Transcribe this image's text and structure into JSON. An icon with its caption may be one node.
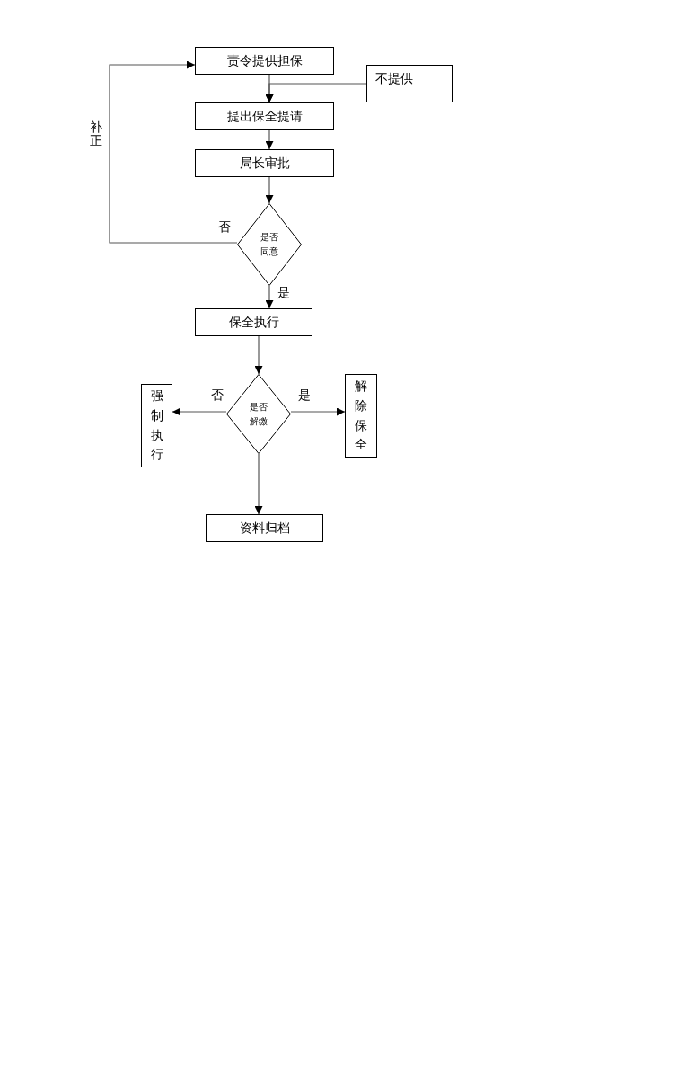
{
  "diagram": {
    "nodes": [
      {
        "text": [
          "责令提供担保"
        ]
      },
      {
        "text": [
          "不提供"
        ]
      },
      {
        "text": [
          "提出保全提请"
        ]
      },
      {
        "text": [
          "局长审批"
        ]
      },
      {
        "text": [
          "是否同意"
        ]
      },
      {
        "text": [
          "保全执行"
        ]
      },
      {
        "text": [
          "是否解缴"
        ]
      },
      {
        "text": [
          "强制执行"
        ]
      },
      {
        "text": [
          "解除保全"
        ]
      },
      {
        "text": [
          "资料归档"
        ]
      }
    ],
    "edges": [
      {
        "from": 0,
        "to": 2,
        "arrow": "to"
      },
      {
        "from": 1,
        "to": 2,
        "arrow": "to"
      },
      {
        "from": 2,
        "to": 3,
        "arrow": "to"
      },
      {
        "from": 3,
        "to": 4,
        "arrow": "to"
      },
      {
        "from": 4,
        "to": 0,
        "arrow": "to",
        "label": "否"
      },
      {
        "from": 4,
        "to": 5,
        "arrow": "to",
        "label": "是"
      },
      {
        "from": 5,
        "to": 6,
        "arrow": "to"
      },
      {
        "from": 6,
        "to": 7,
        "arrow": "to",
        "label": "否"
      },
      {
        "from": 6,
        "to": 8,
        "arrow": "to",
        "label": "是"
      },
      {
        "from": 6,
        "to": 9,
        "arrow": "to"
      }
    ],
    "labels": [
      "补正"
    ]
  }
}
